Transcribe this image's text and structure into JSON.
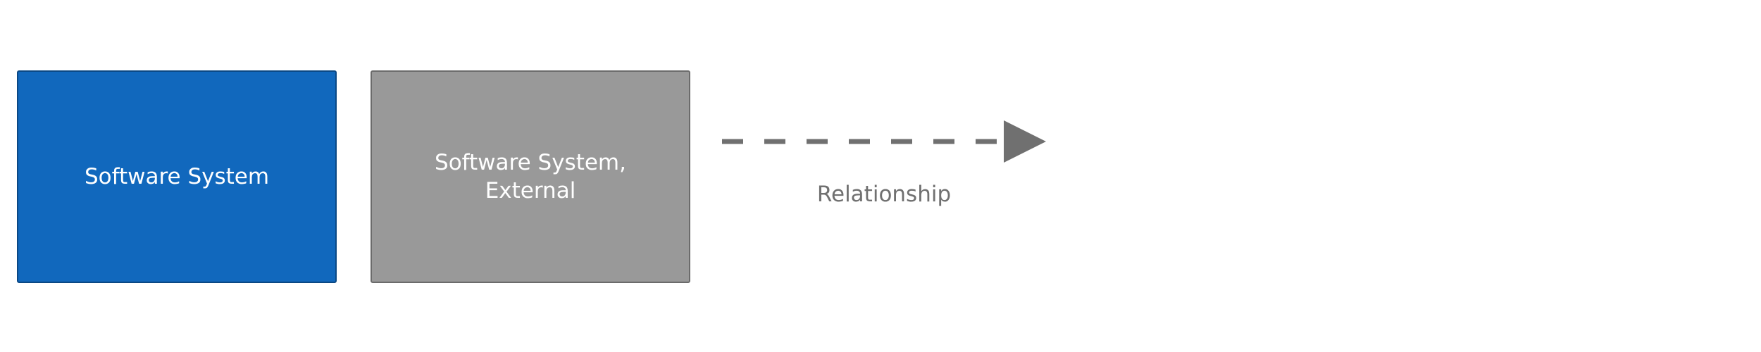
{
  "legend": {
    "software_system": {
      "label": "Software System",
      "color": "#1168bd",
      "border_color": "#0b4884",
      "text_color": "#ffffff"
    },
    "software_system_external": {
      "label": "Software System,\nExternal",
      "color": "#999999",
      "border_color": "#6b6b6b",
      "text_color": "#ffffff"
    },
    "relationship": {
      "label": "Relationship",
      "line_style": "dashed",
      "color": "#707070",
      "arrow": "arrowhead-icon"
    }
  }
}
